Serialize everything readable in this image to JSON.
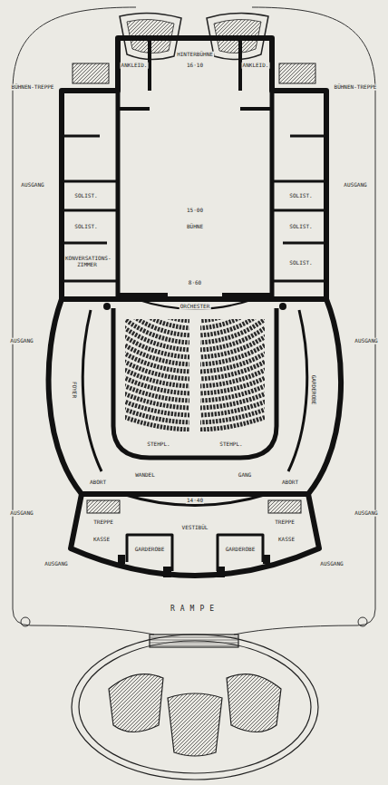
{
  "diagram": {
    "labels": [
      "BÜHNEN-TREPPE",
      "BÜHNEN-TREPPE",
      "HINTERBÜHNE",
      "16·10",
      "AUSGANG",
      "AUSGANG",
      "ANKLEID.",
      "ANKLEID.",
      "SOLIST.",
      "SOLIST.",
      "SOLIST.",
      "SOLIST.",
      "SOLIST.",
      "KONVERSATIONS-ZIMMER",
      "BÜHNE",
      "15·00",
      "8·60",
      "ORCHESTER",
      "AUSGANG",
      "AUSGANG",
      "FOYER",
      "GARDEROBE",
      "STEHPL.",
      "STEHPL.",
      "WANDEL",
      "GANG",
      "ABORT",
      "ABORT",
      "AUSGANG",
      "AUSGANG",
      "TREPPE",
      "TREPPE",
      "14·40",
      "VESTIBÜL",
      "GARDEROBE",
      "GARDEROBE",
      "KASSE",
      "KASSE",
      "AUSGANG",
      "AUSGANG",
      "RAMPE"
    ]
  }
}
